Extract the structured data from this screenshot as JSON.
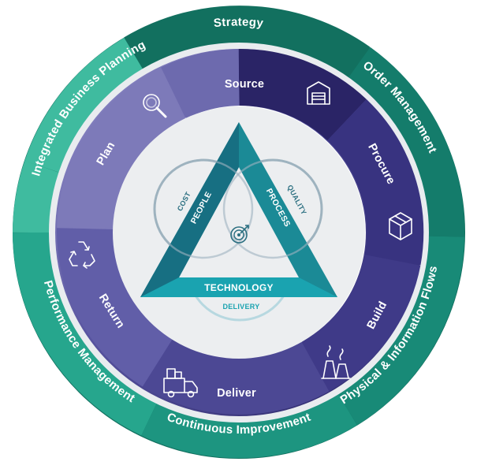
{
  "outer_ring": {
    "strategy": "Strategy",
    "order_management": "Order Management",
    "physical_information_flows": "Physical & Information Flows",
    "continuous_improvement": "Continuous Improvement",
    "performance_management": "Performance Management",
    "integrated_business_planning": "Integrated Business Planning"
  },
  "inner_ring": {
    "source": "Source",
    "procure": "Procure",
    "build": "Build",
    "deliver": "Deliver",
    "return": "Return",
    "plan": "Plan"
  },
  "triangle": {
    "people": "PEOPLE",
    "process": "PROCESS",
    "technology": "TECHNOLOGY"
  },
  "circles": {
    "cost": "COST",
    "quality": "QUALITY",
    "delivery": "DELIVERY"
  },
  "colors": {
    "outer_dark": "#12705f",
    "outer_mid": "#1a8a78",
    "outer_light": "#25ab95",
    "inner_dark": "#2c2668",
    "inner_mid": "#4f4b98",
    "inner_light": "#7b78b8",
    "triangle": "#1b8a96"
  }
}
